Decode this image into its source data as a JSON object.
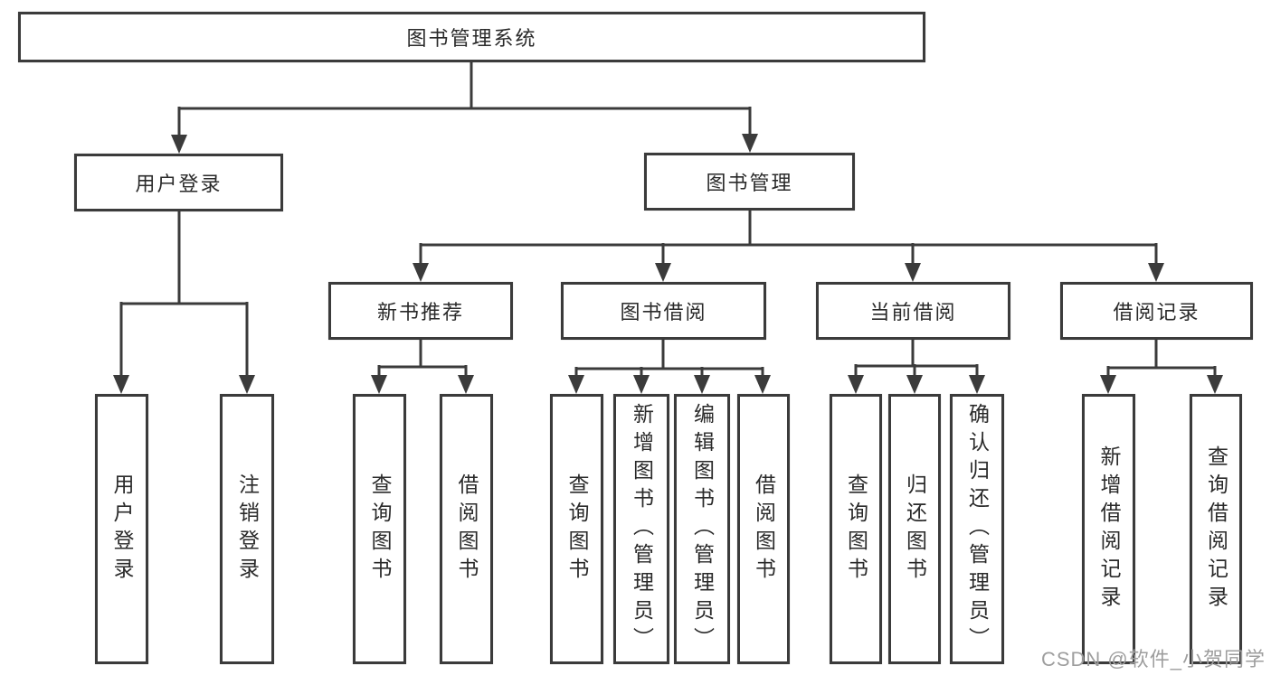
{
  "diagram": {
    "root": {
      "label": "图书管理系统",
      "children": [
        {
          "label": "用户登录",
          "children": [
            {
              "label": "用户登录"
            },
            {
              "label": "注销登录"
            }
          ]
        },
        {
          "label": "图书管理",
          "children": [
            {
              "label": "新书推荐",
              "children": [
                {
                  "label": "查询图书"
                },
                {
                  "label": "借阅图书"
                }
              ]
            },
            {
              "label": "图书借阅",
              "children": [
                {
                  "label": "查询图书"
                },
                {
                  "label": "新增图书（管理员）"
                },
                {
                  "label": "编辑图书（管理员）"
                },
                {
                  "label": "借阅图书"
                }
              ]
            },
            {
              "label": "当前借阅",
              "children": [
                {
                  "label": "查询图书"
                },
                {
                  "label": "归还图书"
                },
                {
                  "label": "确认归还（管理员）"
                }
              ]
            },
            {
              "label": "借阅记录",
              "children": [
                {
                  "label": "新增借阅记录"
                },
                {
                  "label": "查询借阅记录"
                }
              ]
            }
          ]
        }
      ]
    },
    "line_color": "#3b3b3b",
    "box_background": "#ffffff"
  },
  "watermark": {
    "text": "CSDN @软件_小贺同学"
  }
}
